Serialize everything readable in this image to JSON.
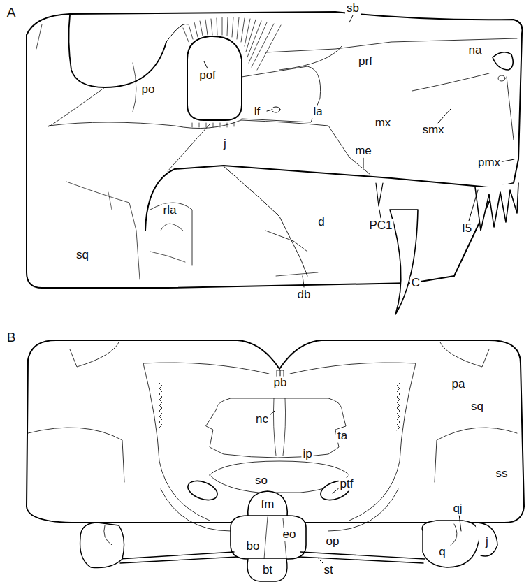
{
  "diagram": {
    "labels": [
      "A",
      "sb",
      "pof",
      "prf",
      "na",
      "po",
      "lf",
      "la",
      "mx",
      "smx",
      "j",
      "pmx",
      "me",
      "d",
      "rla",
      "PC1",
      "sq",
      "C",
      "I5",
      "db",
      "B",
      "pb",
      "pa",
      "nc",
      "sq",
      "ta",
      "ip",
      "so",
      "ptf",
      "ss",
      "fm",
      "eo",
      "op",
      "bo",
      "qj",
      "j",
      "bt",
      "q",
      "st"
    ]
  }
}
